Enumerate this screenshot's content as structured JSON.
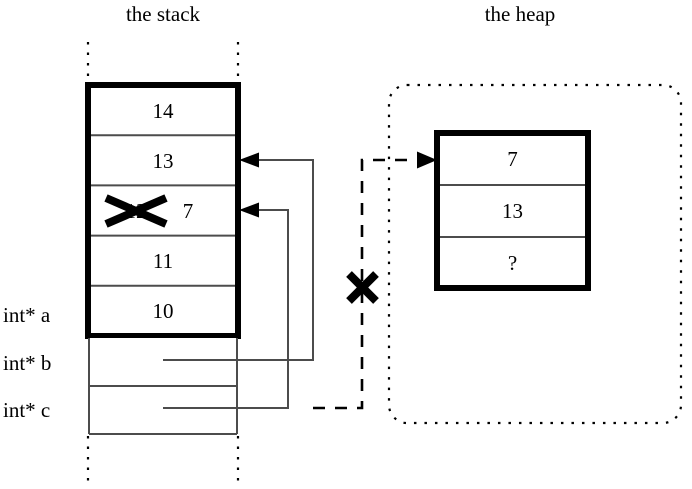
{
  "figure": {
    "kind": "memory-diagram",
    "background_color": "#ffffff",
    "ink_color": "#000000"
  },
  "titles": {
    "stack": "the stack",
    "heap": "the heap"
  },
  "stack": {
    "frame_cells": [
      {
        "value": "14",
        "struck_out": false
      },
      {
        "value": "13",
        "struck_out": false
      },
      {
        "value": "12",
        "struck_out": true,
        "replacement": "7"
      },
      {
        "value": "11",
        "struck_out": false
      },
      {
        "value": "10",
        "struck_out": false
      }
    ],
    "pointer_cells": [
      {
        "label": "int* a",
        "value": ""
      },
      {
        "label": "int* b",
        "value": ""
      },
      {
        "label": "int* c",
        "value": ""
      }
    ],
    "var_labels": [
      "int* a",
      "int* b",
      "int* c"
    ]
  },
  "heap": {
    "block_cells": [
      {
        "value": "7"
      },
      {
        "value": "13"
      },
      {
        "value": "?"
      }
    ]
  },
  "annotations": {
    "strikethrough_mark": "x-cross-mark",
    "broken_pointer_mark": "x-cross-mark",
    "arrow_b_target": "13",
    "arrow_c_target": "12",
    "dangling_arrow_target": "7"
  }
}
